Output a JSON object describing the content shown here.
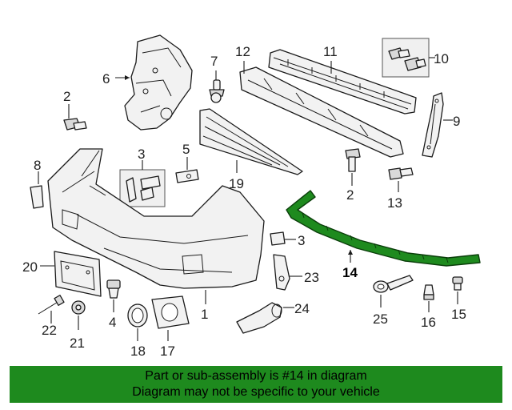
{
  "callouts": {
    "c1": "1",
    "c2a": "2",
    "c2b": "2",
    "c3a": "3",
    "c3b": "3",
    "c4": "4",
    "c5": "5",
    "c6": "6",
    "c7": "7",
    "c8": "8",
    "c9": "9",
    "c10": "10",
    "c11": "11",
    "c12": "12",
    "c13": "13",
    "c14": "14",
    "c15": "15",
    "c16": "16",
    "c17": "17",
    "c18": "18",
    "c19": "19",
    "c20": "20",
    "c21": "21",
    "c22": "22",
    "c23": "23",
    "c24": "24",
    "c25": "25"
  },
  "colors": {
    "highlight_part": "#1e8a1e",
    "banner_bg": "#1e8a1e"
  },
  "banner": {
    "line1": "Part or sub-assembly is #14 in diagram",
    "line2": "Diagram may not be specific to your vehicle"
  }
}
